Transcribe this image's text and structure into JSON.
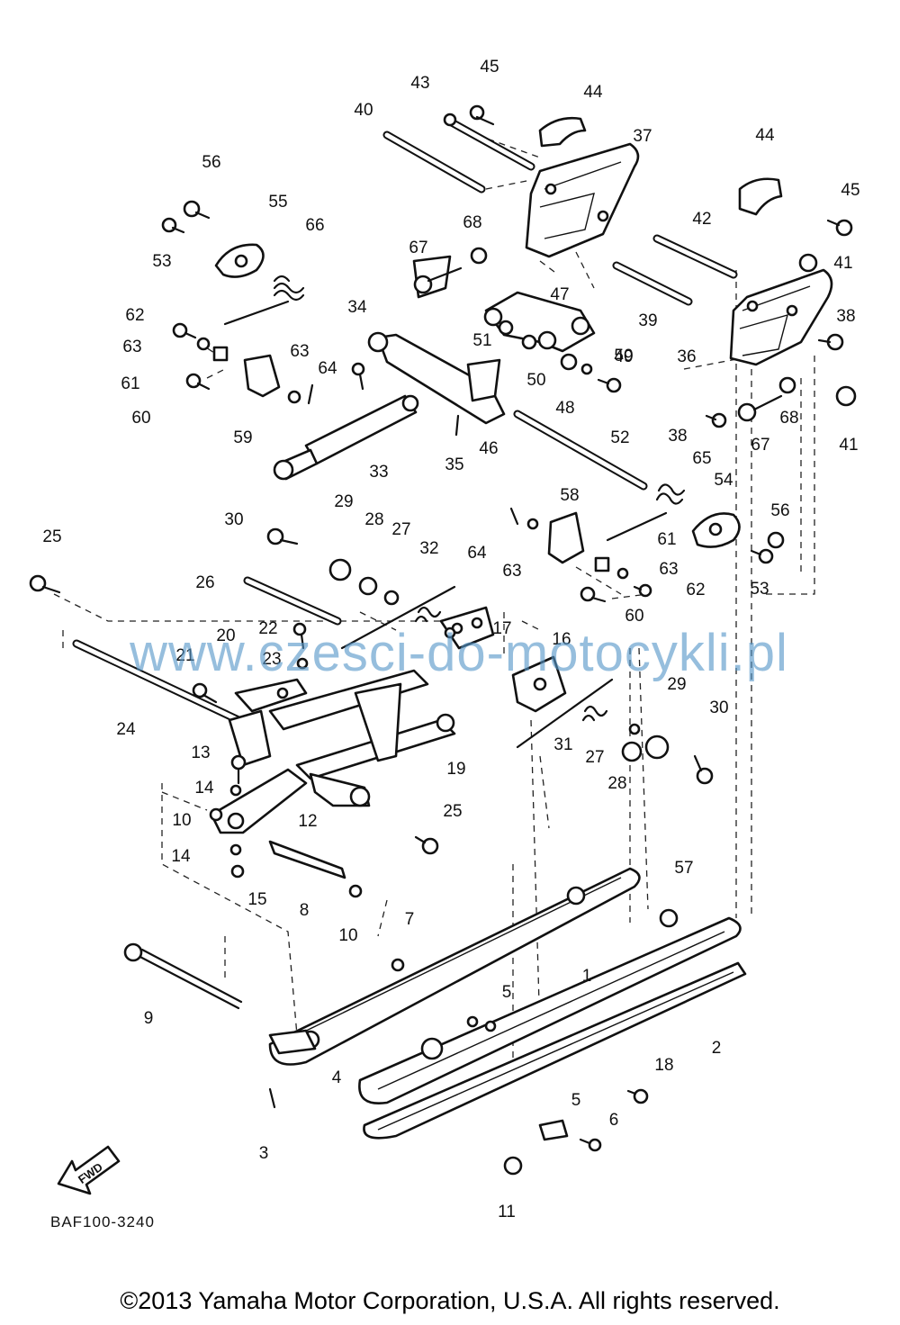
{
  "diagram": {
    "callouts": [
      "1",
      "2",
      "3",
      "4",
      "5",
      "5",
      "6",
      "7",
      "8",
      "9",
      "10",
      "10",
      "11",
      "12",
      "13",
      "14",
      "14",
      "15",
      "16",
      "17",
      "18",
      "19",
      "20",
      "21",
      "22",
      "23",
      "24",
      "25",
      "25",
      "26",
      "27",
      "27",
      "28",
      "28",
      "29",
      "29",
      "30",
      "30",
      "31",
      "32",
      "33",
      "34",
      "35",
      "36",
      "37",
      "38",
      "38",
      "39",
      "40",
      "41",
      "41",
      "42",
      "43",
      "44",
      "44",
      "45",
      "45",
      "46",
      "47",
      "48",
      "49",
      "50",
      "50",
      "51",
      "52",
      "53",
      "53",
      "54",
      "55",
      "56",
      "56",
      "57",
      "58",
      "59",
      "60",
      "60",
      "61",
      "61",
      "62",
      "62",
      "63",
      "63",
      "63",
      "63",
      "64",
      "64",
      "65",
      "66",
      "67",
      "67",
      "68",
      "68"
    ],
    "figure_code": "BAF100-3240",
    "front_marker": "FWD",
    "watermark": "www.czesci-do-motocykli.pl",
    "copyright": "©2013 Yamaha Motor Corporation, U.S.A. All rights reserved."
  }
}
